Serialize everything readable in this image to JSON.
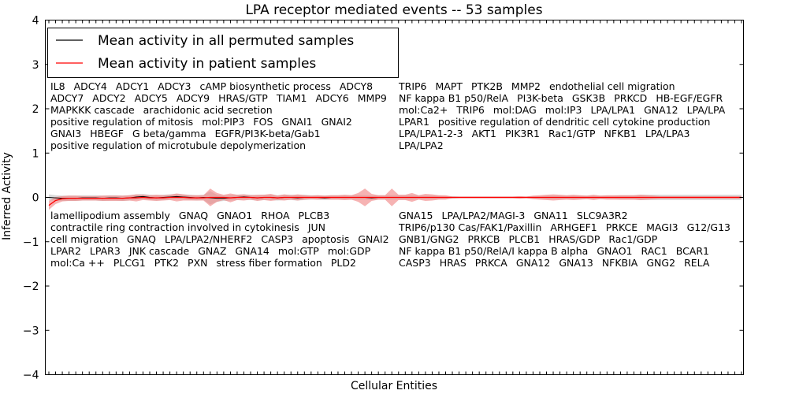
{
  "chart_data": {
    "type": "line",
    "title": "LPA receptor mediated events -- 53 samples",
    "xlabel": "Cellular Entities",
    "ylabel": "Inferred Activity",
    "ylim": [
      -4,
      4
    ],
    "yticks": [
      "4",
      "3",
      "2",
      "1",
      "0",
      "−1",
      "−2",
      "−3",
      "−4"
    ],
    "ytick_values": [
      4,
      3,
      2,
      1,
      0,
      -1,
      -2,
      -3,
      -4
    ],
    "grid": false,
    "legend_position": "top-left",
    "categories": [
      "IL8",
      "ADCY4",
      "ADCY1",
      "ADCY3",
      "cAMP biosynthetic process",
      "ADCY8",
      "ADCY7",
      "ADCY2",
      "ADCY5",
      "ADCY9",
      "HRAS/GTP",
      "TIAM1",
      "ADCY6",
      "MMP9",
      "MAPKKK cascade",
      "arachidonic acid secretion",
      "positive regulation of mitosis",
      "mol:PIP3",
      "FOS",
      "GNAI1",
      "GNAI2",
      "GNAI3",
      "HBEGF",
      "G beta/gamma",
      "EGFR/PI3K-beta/Gab1",
      "positive regulation of microtubule depolymerization",
      "TRIP6",
      "MAPT",
      "PTK2B",
      "MMP2",
      "endothelial cell migration",
      "NF kappa B1 p50/RelA",
      "PI3K-beta",
      "GSK3B",
      "PRKCD",
      "HB-EGF/EGFR",
      "mol:Ca2+",
      "TRIP6",
      "mol:DAG",
      "mol:IP3",
      "LPA/LPA1",
      "GNA12",
      "LPA/LPA",
      "LPAR1",
      "positive regulation of dendritic cell cytokine production",
      "LPA/LPA1-2-3",
      "AKT1",
      "PIK3R1",
      "Rac1/GTP",
      "NFKB1",
      "LPA/LPA3",
      "LPA/LPA2",
      "lamellipodium assembly",
      "GNAQ",
      "GNAO1",
      "RHOA",
      "PLCB3",
      "contractile ring contraction involved in cytokinesis",
      "JUN",
      "cell migration",
      "GNAQ",
      "LPA/LPA2/NHERF2",
      "CASP3",
      "apoptosis",
      "GNAI2",
      "LPAR2",
      "LPAR3",
      "JNK cascade",
      "GNAZ",
      "GNA14",
      "mol:GTP",
      "mol:GDP",
      "mol:Ca ++",
      "PLCG1",
      "PTK2",
      "PXN",
      "stress fiber formation",
      "PLD2",
      "GNA15",
      "LPA/LPA2/MAGI-3",
      "GNA11",
      "SLC9A3R2",
      "TRIP6/p130 Cas/FAK1/Paxillin",
      "ARHGEF1",
      "PRKCE",
      "MAGI3",
      "G12/G13",
      "GNB1/GNG2",
      "PRKCB",
      "PLCB1",
      "HRAS/GDP",
      "Rac1/GDP",
      "NF kappa B1 p50/RelA/I kappa B alpha",
      "GNAO1",
      "RAC1",
      "BCAR1",
      "CASP3",
      "HRAS",
      "PRKCA",
      "GNA12",
      "GNA13",
      "NFKBIA",
      "GNG2",
      "RELA"
    ],
    "series": [
      {
        "name": "Mean activity in all permuted samples",
        "color": "#000000",
        "band_color": "#bbbbbb",
        "values": [
          0,
          -0.01,
          -0.02,
          -0.02,
          -0.02,
          -0.01,
          -0.01,
          -0.01,
          -0.02,
          -0.01,
          -0.01,
          -0.02,
          -0.01,
          0.01,
          0.02,
          0,
          -0.01,
          0,
          0.01,
          0.02,
          0.01,
          0,
          -0.01,
          0,
          -0.01,
          -0.02,
          -0.02,
          -0.01,
          0,
          0.01,
          0,
          -0.01,
          0,
          0,
          -0.01,
          0,
          0,
          -0.01,
          0,
          0,
          0,
          -0.01,
          0,
          0,
          0,
          0,
          0,
          0,
          -0.01,
          0,
          0,
          0,
          0,
          0,
          0,
          0,
          0,
          0,
          0,
          0,
          0,
          0,
          0,
          0,
          0,
          0,
          0,
          0,
          0,
          0,
          0,
          0,
          0,
          0,
          0,
          0,
          0,
          0,
          0,
          0,
          0,
          0,
          0,
          0,
          0,
          0,
          0,
          0,
          0,
          0,
          0,
          0,
          0,
          0,
          0,
          0,
          0,
          0,
          0,
          0,
          0,
          0,
          0,
          0
        ],
        "spread": [
          0.07,
          0.06,
          0.06,
          0.06,
          0.06,
          0.06,
          0.06,
          0.06,
          0.06,
          0.06,
          0.06,
          0.06,
          0.06,
          0.06,
          0.06,
          0.06,
          0.06,
          0.06,
          0.06,
          0.06,
          0.06,
          0.06,
          0.06,
          0.06,
          0.15,
          0.08,
          0.06,
          0.06,
          0.06,
          0.06,
          0.06,
          0.06,
          0.06,
          0.06,
          0.06,
          0.06,
          0.06,
          0.06,
          0.06,
          0.05,
          0.05,
          0.05,
          0.05,
          0.05,
          0.05,
          0.05,
          0.05,
          0.05,
          0.05,
          0.05,
          0.05,
          0.05,
          0.05,
          0.05,
          0.05,
          0.04,
          0.04,
          0.04,
          0.04,
          0.03,
          0.03,
          0.02,
          0.02,
          0.02,
          0.02,
          0.02,
          0.02,
          0.02,
          0.02,
          0.02,
          0.02,
          0.02,
          0.03,
          0.03,
          0.04,
          0.04,
          0.04,
          0.04,
          0.04,
          0.04,
          0.04,
          0.04,
          0.04,
          0.04,
          0.04,
          0.05,
          0.05,
          0.05,
          0.06,
          0.06,
          0.06,
          0.06,
          0.06,
          0.06,
          0.06,
          0.06,
          0.06,
          0.06,
          0.06,
          0.06,
          0.06,
          0.06,
          0.06,
          0.06
        ]
      },
      {
        "name": "Mean activity in patient samples",
        "color": "#ff0000",
        "band_color": "#f08080",
        "values": [
          -0.18,
          -0.07,
          -0.03,
          -0.02,
          -0.02,
          -0.02,
          -0.02,
          -0.02,
          -0.02,
          -0.02,
          -0.02,
          -0.02,
          -0.01,
          -0.01,
          0,
          -0.01,
          -0.01,
          -0.01,
          0,
          0,
          0,
          -0.01,
          -0.01,
          -0.01,
          0,
          0,
          0,
          -0.01,
          0,
          0,
          0,
          -0.01,
          0,
          0,
          -0.01,
          0,
          0,
          0,
          0,
          0,
          0,
          0,
          0,
          0,
          0,
          0,
          0,
          0,
          0,
          0,
          0,
          0,
          0,
          0,
          0,
          0,
          0,
          0,
          0,
          0,
          0,
          0,
          0,
          0,
          0,
          0,
          0,
          0,
          0,
          0,
          0,
          0,
          0,
          0,
          0,
          0,
          0,
          0,
          0,
          0,
          0,
          0,
          0,
          0,
          0,
          0,
          0,
          0,
          0,
          0,
          0,
          0,
          0,
          0,
          0,
          0,
          0,
          0,
          0,
          0,
          0,
          0,
          0,
          0
        ],
        "spread": [
          0.1,
          0.08,
          0.06,
          0.06,
          0.06,
          0.05,
          0.05,
          0.05,
          0.06,
          0.06,
          0.06,
          0.06,
          0.06,
          0.08,
          0.06,
          0.06,
          0.07,
          0.06,
          0.06,
          0.09,
          0.07,
          0.06,
          0.06,
          0.06,
          0.2,
          0.1,
          0.06,
          0.1,
          0.06,
          0.07,
          0.05,
          0.07,
          0.06,
          0.08,
          0.05,
          0.07,
          0.05,
          0.07,
          0.05,
          0.04,
          0.05,
          0.04,
          0.05,
          0.05,
          0.06,
          0.05,
          0.1,
          0.2,
          0.08,
          0.05,
          0.05,
          0.2,
          0.06,
          0.06,
          0.1,
          0.05,
          0.08,
          0.07,
          0.05,
          0.05,
          0.02,
          0.02,
          0.02,
          0.02,
          0.02,
          0.02,
          0.02,
          0.02,
          0.02,
          0.02,
          0.03,
          0.02,
          0.04,
          0.05,
          0.06,
          0.07,
          0.06,
          0.05,
          0.06,
          0.05,
          0.04,
          0.06,
          0.04,
          0.05,
          0.05,
          0.05,
          0.05,
          0.05,
          0.06,
          0.05,
          0.04,
          0.03,
          0.03,
          0.03,
          0.03,
          0.03,
          0.03,
          0.03,
          0.03,
          0.03,
          0.03,
          0.03,
          0.03,
          0.03
        ]
      }
    ]
  }
}
